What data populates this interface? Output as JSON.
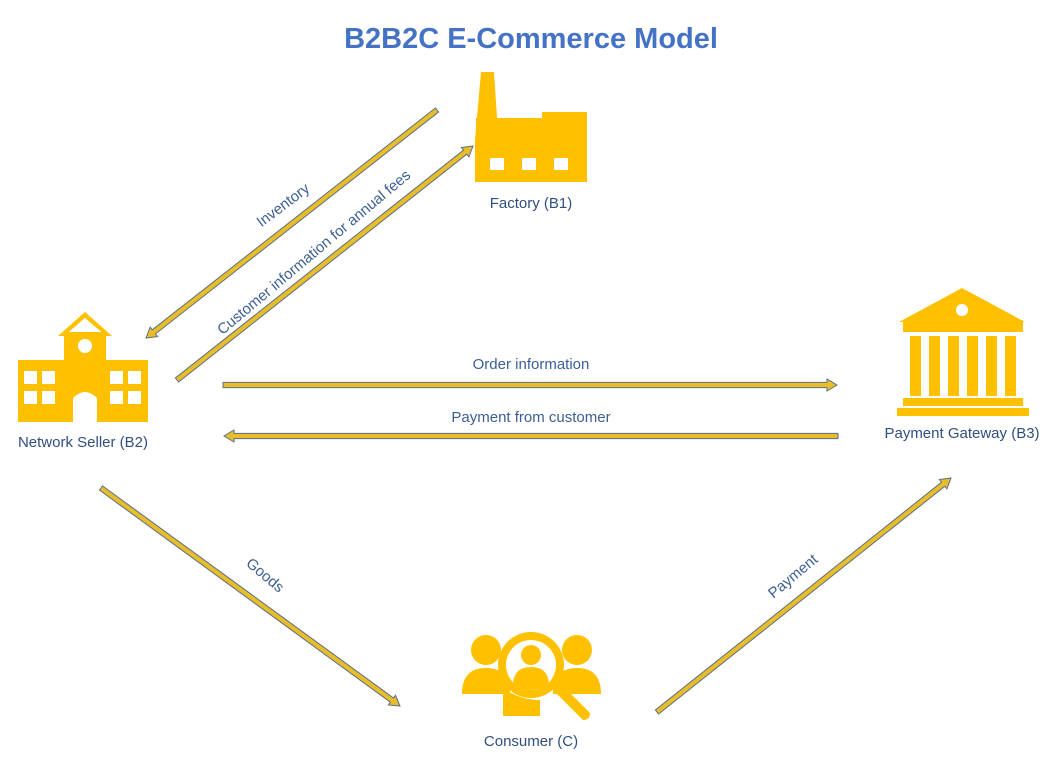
{
  "diagram": {
    "title": "B2B2C E-Commerce Model",
    "colors": {
      "title": "#4472c4",
      "icon_fill": "#ffc000",
      "arrow_fill": "#e8bd2a",
      "arrow_outline": "#5a6f88",
      "label_text": "#3b5f93"
    },
    "nodes": {
      "factory": {
        "label": "Factory (B1)",
        "icon": "factory-icon"
      },
      "network_seller": {
        "label": "Network Seller (B2)",
        "icon": "building-icon"
      },
      "payment_gateway": {
        "label": "Payment Gateway (B3)",
        "icon": "bank-icon"
      },
      "consumer": {
        "label": "Consumer (C)",
        "icon": "consumer-search-icon"
      }
    },
    "edges": {
      "inventory": {
        "label": "Inventory",
        "from": "Factory (B1)",
        "to": "Network Seller (B2)"
      },
      "customer_info": {
        "label": "Customer information for annual fees",
        "from": "Network Seller (B2)",
        "to": "Factory (B1)"
      },
      "order_info": {
        "label": "Order information",
        "from": "Network Seller (B2)",
        "to": "Payment Gateway (B3)"
      },
      "payment_from_customer": {
        "label": "Payment from customer",
        "from": "Payment Gateway (B3)",
        "to": "Network Seller (B2)"
      },
      "goods": {
        "label": "Goods",
        "from": "Network Seller (B2)",
        "to": "Consumer (C)"
      },
      "payment": {
        "label": "Payment",
        "from": "Consumer (C)",
        "to": "Payment Gateway (B3)"
      }
    }
  }
}
